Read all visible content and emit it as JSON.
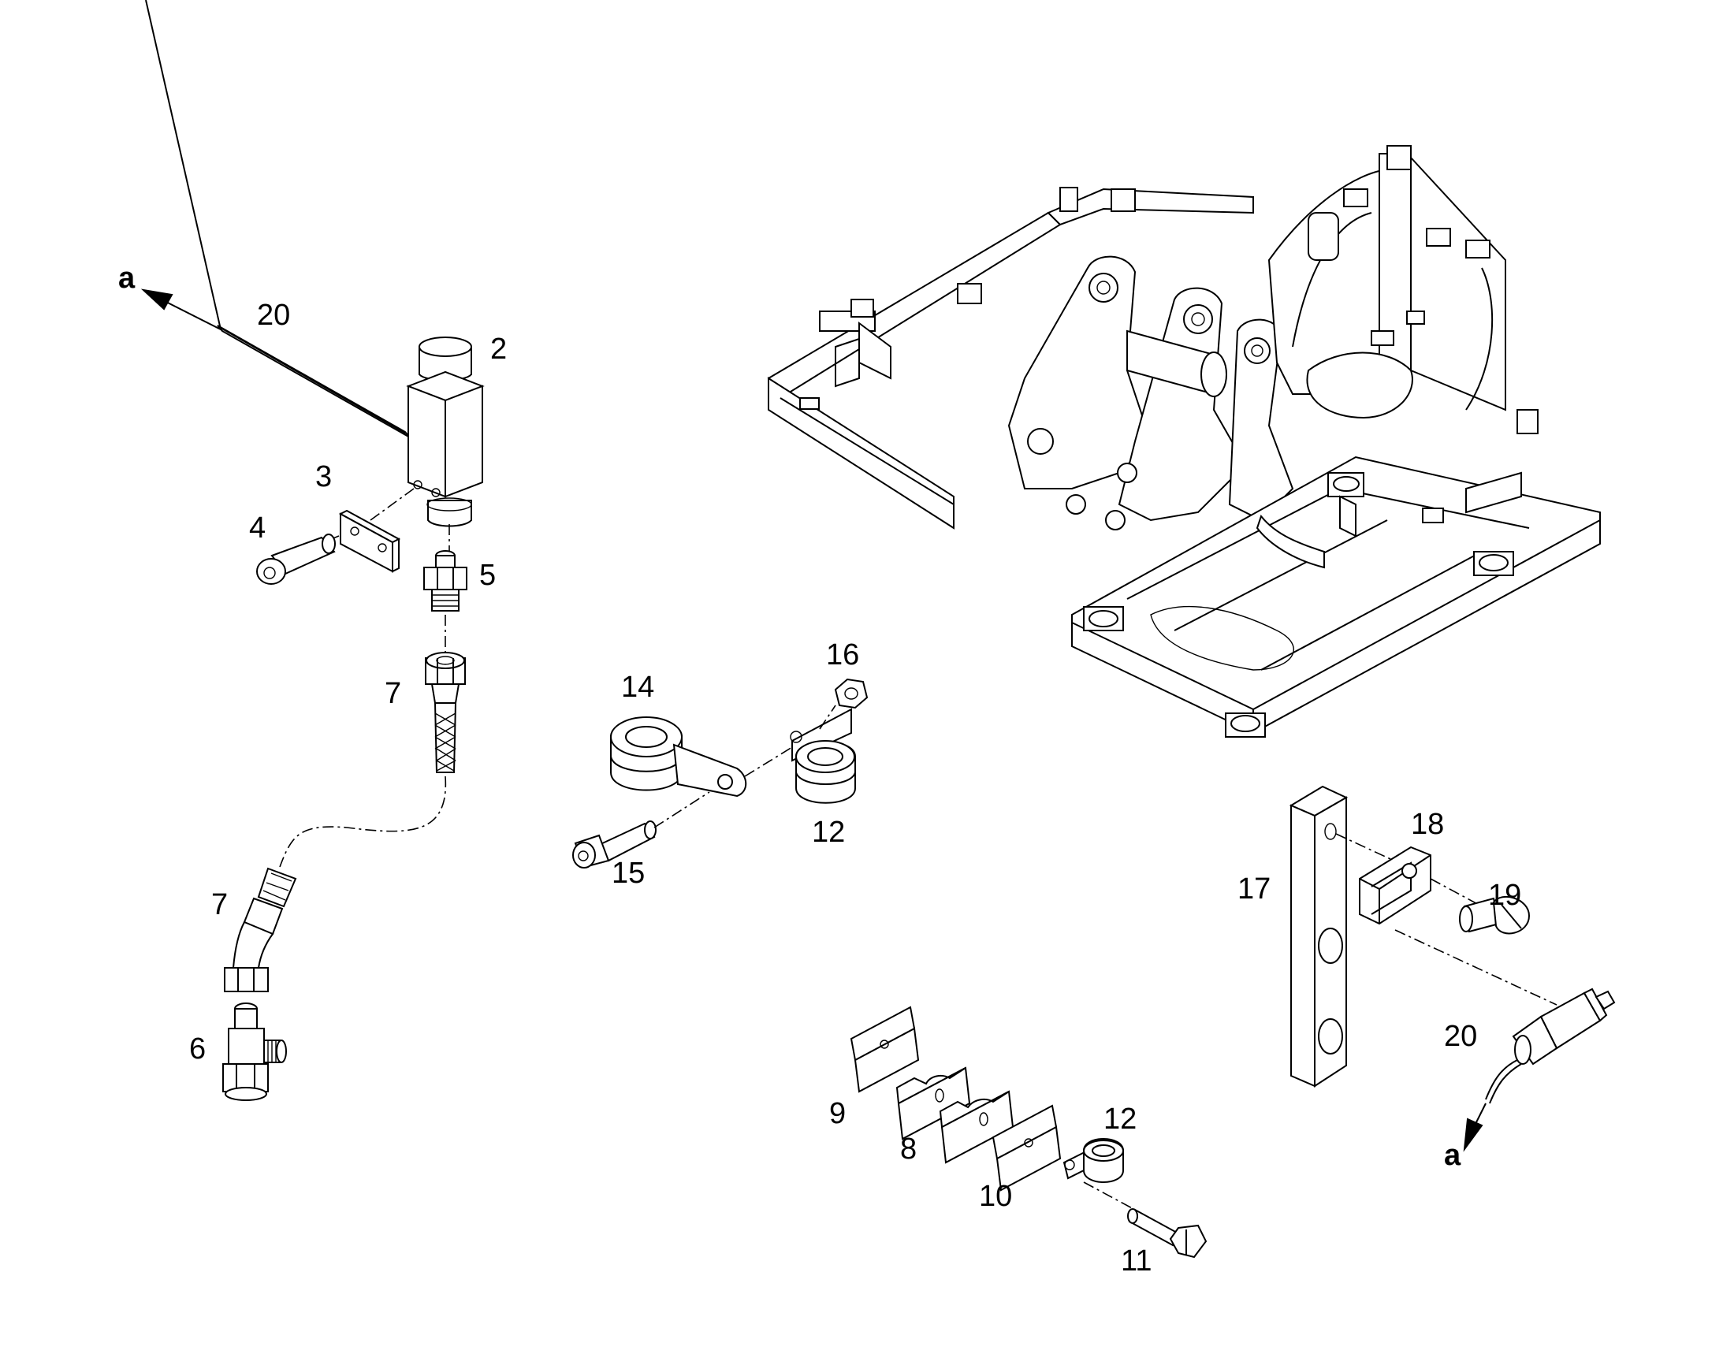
{
  "callouts": {
    "a_top": "a",
    "a_bottom": "a",
    "c20_top": "20",
    "c2": "2",
    "c3": "3",
    "c4": "4",
    "c5": "5",
    "c7_top": "7",
    "c7_bottom": "7",
    "c6": "6",
    "c14": "14",
    "c16": "16",
    "c15": "15",
    "c12_mid": "12",
    "c17": "17",
    "c18": "18",
    "c19": "19",
    "c20_bottom": "20",
    "c9": "9",
    "c8": "8",
    "c10": "10",
    "c12_bottom": "12",
    "c11": "11"
  }
}
